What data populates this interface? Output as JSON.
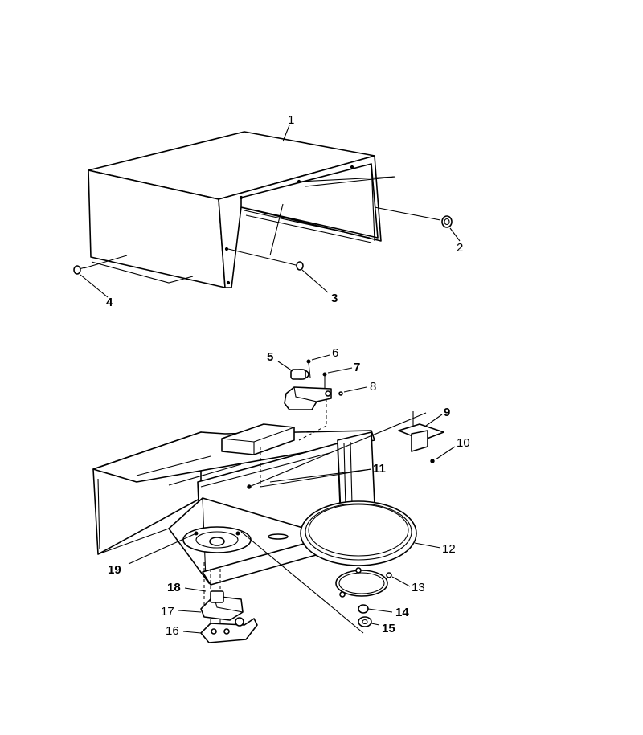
{
  "callouts": {
    "p1": "1",
    "p2": "2",
    "p3": "3",
    "p4": "4",
    "p5": "5",
    "p6": "6",
    "p7": "7",
    "p8": "8",
    "p9": "9",
    "p10": "10",
    "p11": "11",
    "p12": "12",
    "p13": "13",
    "p14": "14",
    "p15": "15",
    "p16": "16",
    "p17": "17",
    "p18": "18",
    "p19": "19"
  },
  "colors": {
    "ink": "#000000",
    "paper": "#ffffff"
  }
}
